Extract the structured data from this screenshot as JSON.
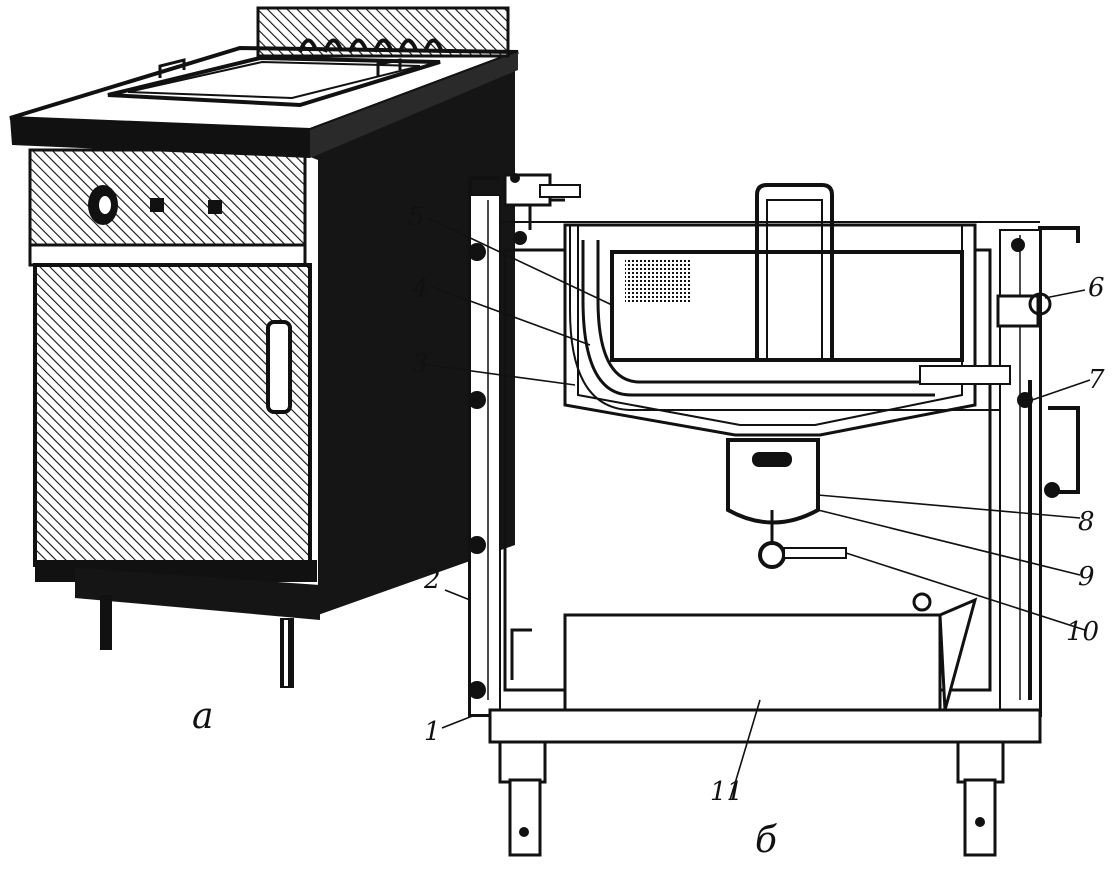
{
  "figure": {
    "panel_labels": {
      "a": "a",
      "b": "б"
    },
    "callouts": [
      {
        "id": "1",
        "text": "1"
      },
      {
        "id": "2",
        "text": "2"
      },
      {
        "id": "3",
        "text": "3"
      },
      {
        "id": "4",
        "text": "4"
      },
      {
        "id": "5",
        "text": "5"
      },
      {
        "id": "6",
        "text": "6"
      },
      {
        "id": "7",
        "text": "7"
      },
      {
        "id": "8",
        "text": "8"
      },
      {
        "id": "9",
        "text": "9"
      },
      {
        "id": "10",
        "text": "10"
      },
      {
        "id": "11",
        "text": "11"
      }
    ]
  }
}
